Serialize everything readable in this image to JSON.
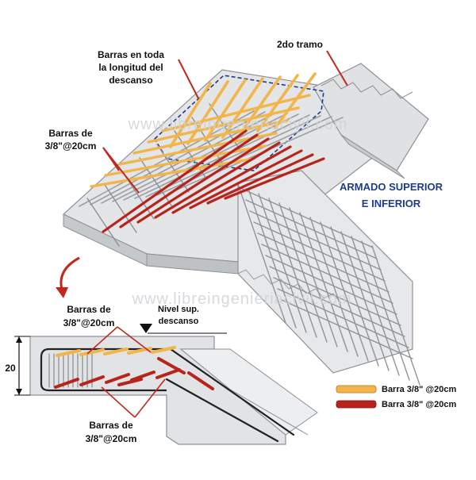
{
  "labels": {
    "top_bars_line1": "Barras en toda",
    "top_bars_line2": "la longitud del",
    "top_bars_line3": "descanso",
    "second_flight": "2do tramo",
    "left_bars_line1": "Barras de",
    "left_bars_line2": "3/8\"@20cm",
    "title_line1": "ARMADO SUPERIOR",
    "title_line2": "E INFERIOR",
    "section_top_line1": "Barras de",
    "section_top_line2": "3/8\"@20cm",
    "level_line1": "Nivel sup.",
    "level_line2": "descanso",
    "dimension": "20",
    "section_bottom_line1": "Barras de",
    "section_bottom_line2": "3/8\"@20cm"
  },
  "watermark": "www.libreingenieriacivil.com",
  "legend": [
    {
      "label": "Barra 3/8\" @20cm",
      "color": "#f2b54a"
    },
    {
      "label": "Barra 3/8\" @20cm",
      "color": "#b8241b"
    }
  ],
  "colors": {
    "bar_yellow": "#f2b54a",
    "bar_red": "#b8241b",
    "concrete": "#d9dcdf",
    "pointer_red": "#c0281c",
    "title_blue": "#1f3c8c"
  }
}
